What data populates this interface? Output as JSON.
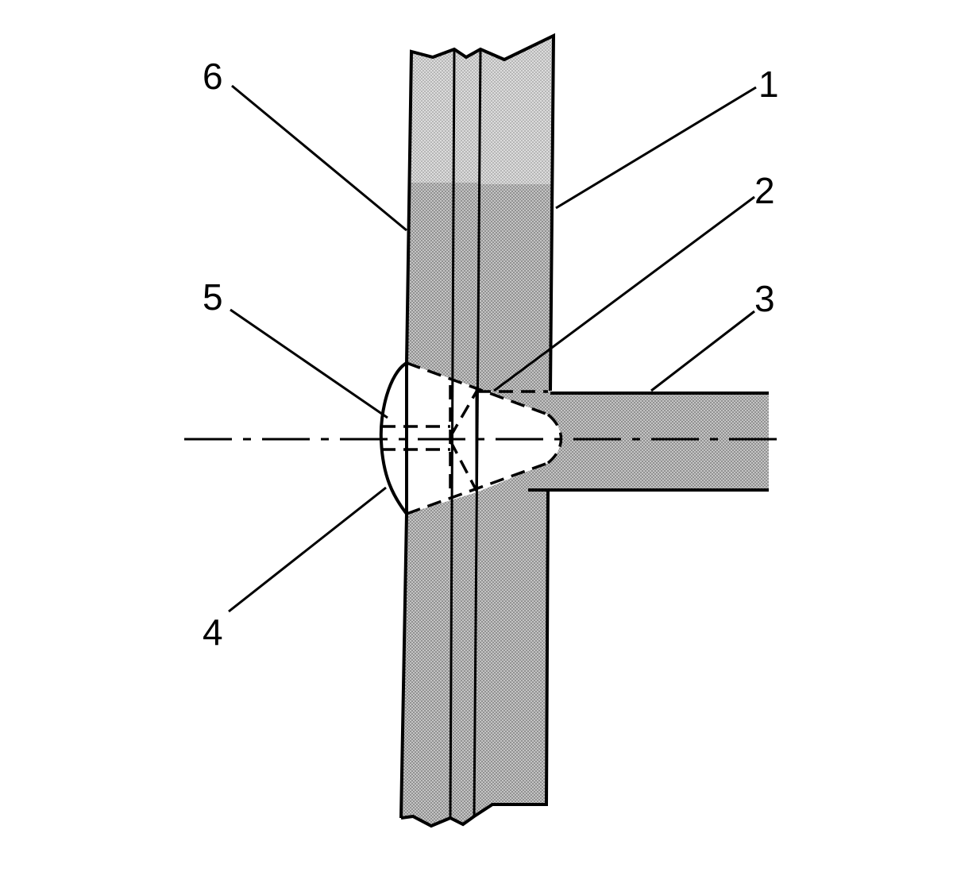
{
  "diagram": {
    "callouts": [
      {
        "id": "1",
        "label": "1"
      },
      {
        "id": "2",
        "label": "2"
      },
      {
        "id": "3",
        "label": "3"
      },
      {
        "id": "4",
        "label": "4"
      },
      {
        "id": "5",
        "label": "5"
      },
      {
        "id": "6",
        "label": "6"
      }
    ],
    "colors": {
      "line": "#000000",
      "stipple_fill": "#b0b0b0",
      "stipple_dark": "#8c8c8c",
      "background": "#ffffff"
    }
  }
}
